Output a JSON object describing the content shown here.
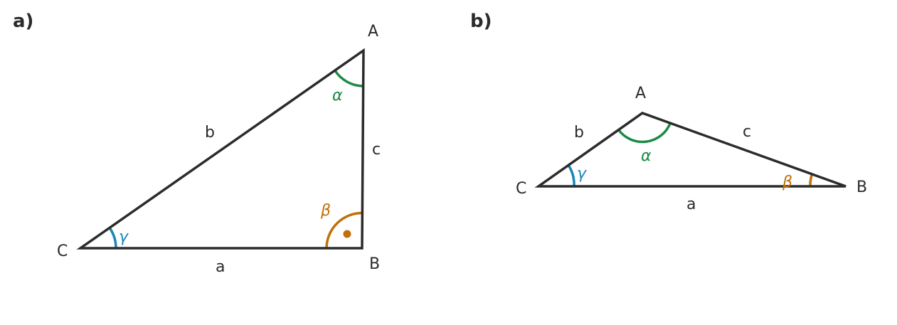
{
  "colors": {
    "line": "#2b2b2b",
    "alpha": "#1a8a44",
    "beta": "#c0700a",
    "gamma": "#1a85b8"
  },
  "panel_a": {
    "label": "a)",
    "vertices": {
      "A": "A",
      "B": "B",
      "C": "C"
    },
    "sides": {
      "a": "a",
      "b": "b",
      "c": "c"
    },
    "angles": {
      "alpha": "α",
      "beta": "β",
      "gamma": "γ"
    },
    "right_angle_at": "B"
  },
  "panel_b": {
    "label": "b)",
    "vertices": {
      "A": "A",
      "B": "B",
      "C": "C"
    },
    "sides": {
      "a": "a",
      "b": "b",
      "c": "c"
    },
    "angles": {
      "alpha": "α",
      "beta": "β",
      "gamma": "γ"
    }
  }
}
